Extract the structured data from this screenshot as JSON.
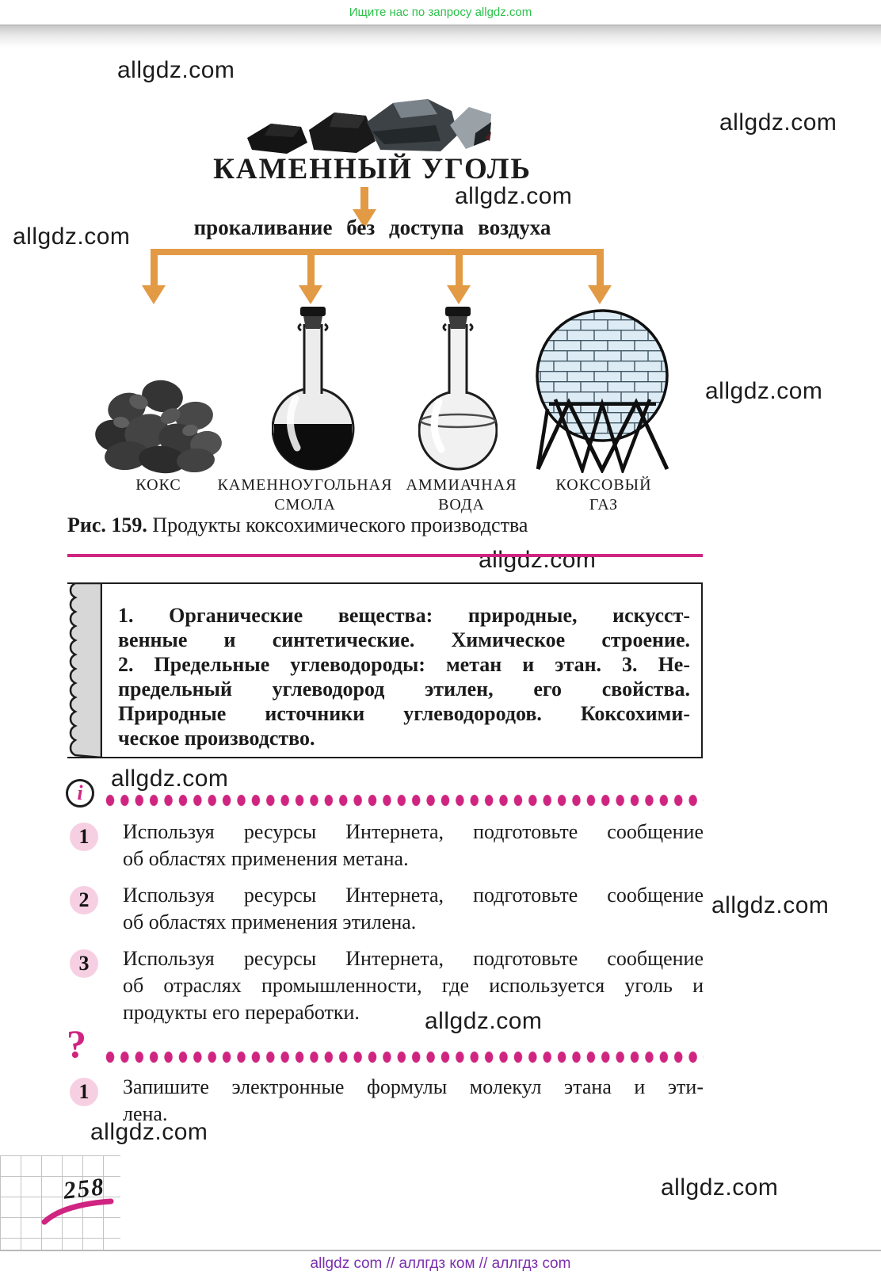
{
  "topbar": {
    "text": "Ищите нас по запросу allgdz.com"
  },
  "watermark": {
    "text": "allgdz.com"
  },
  "diagram": {
    "title": "КАМЕННЫЙ УГОЛЬ",
    "process": "прокаливание без доступа воздуха",
    "products": [
      {
        "label1": "КОКС",
        "label2": ""
      },
      {
        "label1": "КАМЕННОУГОЛЬНАЯ",
        "label2": "СМОЛА"
      },
      {
        "label1": "АММИАЧНАЯ",
        "label2": "ВОДА"
      },
      {
        "label1": "КОКСОВЫЙ",
        "label2": "ГАЗ"
      }
    ]
  },
  "caption": {
    "prefix": "Рис. 159.",
    "text": " Продукты коксохимического производства"
  },
  "summary_box": {
    "lines": [
      "1. Органические вещества: природные, искусст-",
      "венные и синтетические. Химическое строение.",
      "2. Предельные углеводороды: метан и этан. 3. Не-",
      "предельный углеводород этилен, его свойства.",
      "Природные источники углеводородов. Коксохими-",
      "ческое производство."
    ]
  },
  "info_section": {
    "icon_glyph": "i",
    "tasks": [
      {
        "number": "1",
        "lines": [
          "Используя ресурсы Интернета, подготовьте сообщение",
          "об областях применения метана."
        ]
      },
      {
        "number": "2",
        "lines": [
          "Используя ресурсы Интернета, подготовьте сообщение",
          "об областях применения этилена."
        ]
      },
      {
        "number": "3",
        "lines": [
          "Используя ресурсы Интернета, подготовьте сообщение",
          "об отраслях промышленности, где используется уголь и",
          "продукты его переработки."
        ]
      }
    ]
  },
  "question_section": {
    "icon_glyph": "?",
    "tasks": [
      {
        "number": "1",
        "lines": [
          "Запишите электронные формулы молекул этана и эти-",
          "лена."
        ]
      }
    ]
  },
  "page_number": "258",
  "footer": {
    "text": "allgdz com  //  аллгдз ком  //  аллгдз com"
  },
  "colors": {
    "promo_green": "#2bc14a",
    "arrow_orange": "#e29a45",
    "accent_magenta": "#cf2581",
    "badge_pink": "#f7cfe2",
    "footer_purple": "#7b2fae"
  }
}
